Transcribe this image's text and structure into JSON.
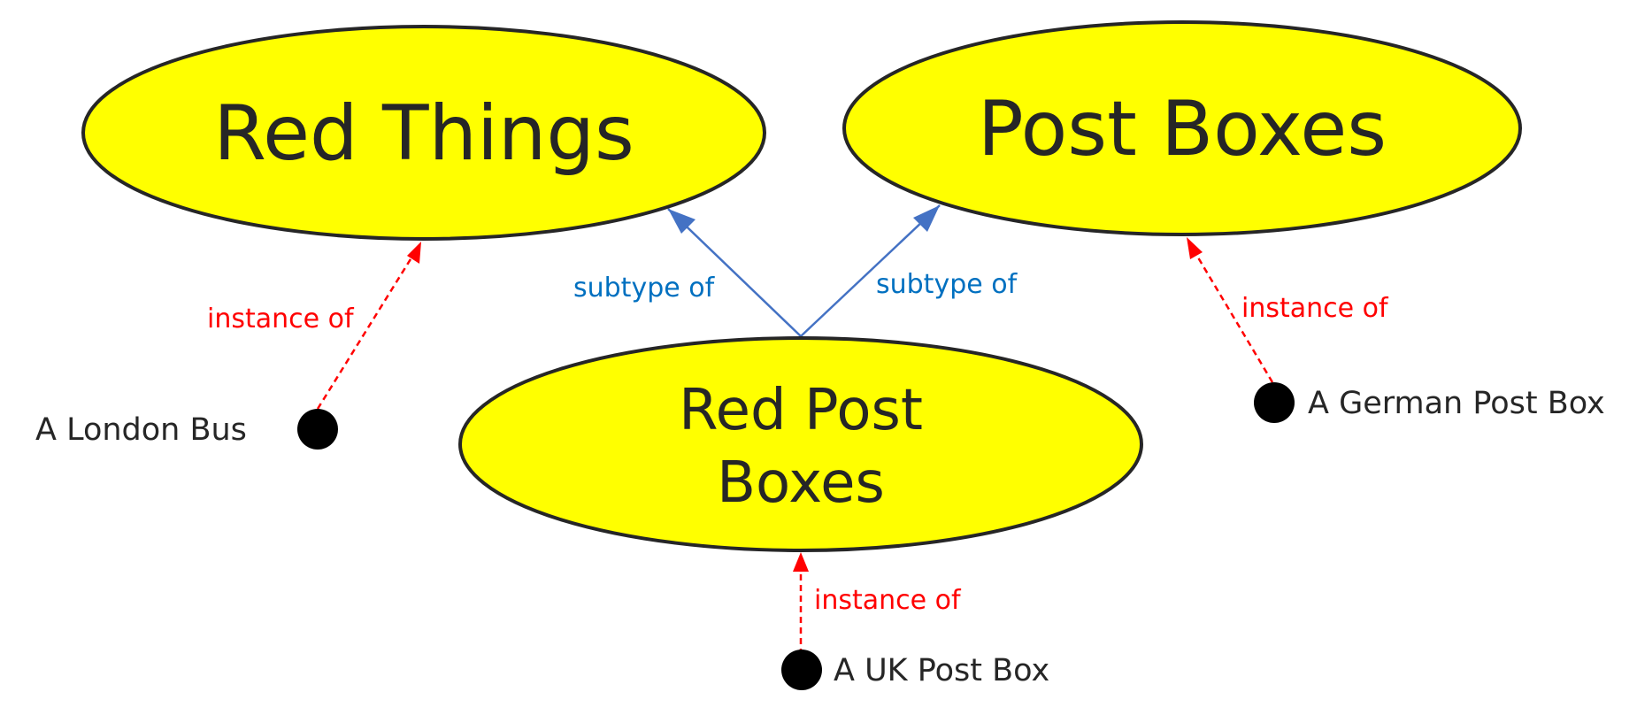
{
  "colors": {
    "class_fill": "#ffff00",
    "class_stroke": "#262626",
    "instance_dot": "#000000",
    "subtype_line": "#4472c4",
    "subtype_text": "#0070c0",
    "instance_line": "#ff0000",
    "instance_text": "#ff0000",
    "text": "#262626"
  },
  "classes": {
    "red_things": "Red Things",
    "post_boxes": "Post Boxes",
    "red_post_boxes_line1": "Red Post",
    "red_post_boxes_line2": "Boxes"
  },
  "instances": {
    "london_bus": "A London Bus",
    "german_post_box": "A German Post Box",
    "uk_post_box": "A UK Post Box"
  },
  "relations": {
    "subtype_left": "subtype of",
    "subtype_right": "subtype of",
    "instance_bus": "instance of",
    "instance_german": "instance of",
    "instance_uk": "instance of"
  }
}
